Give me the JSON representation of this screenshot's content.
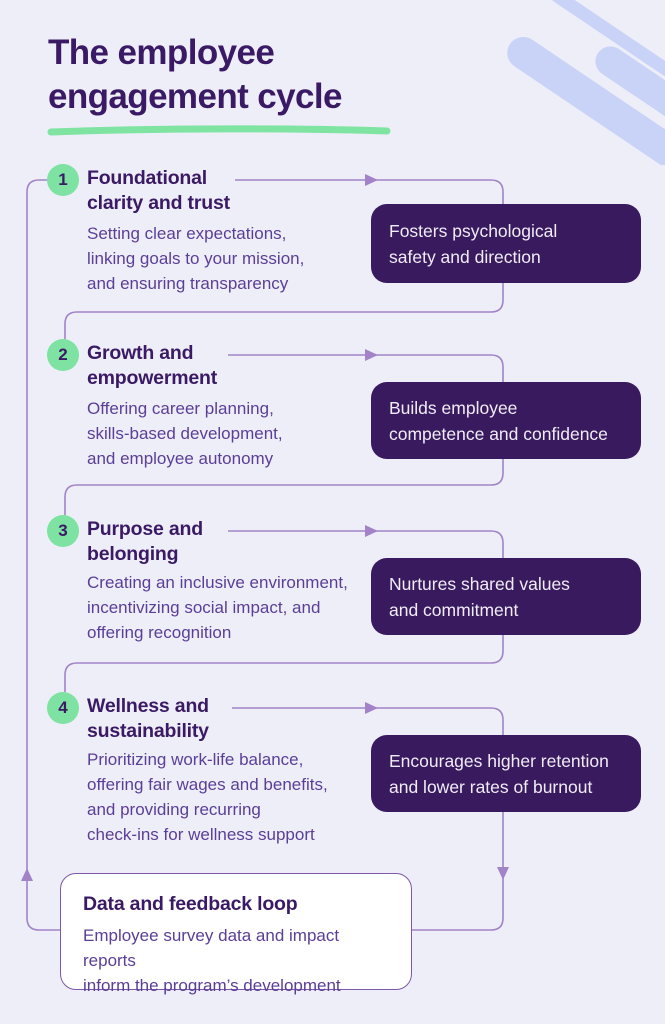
{
  "page": {
    "title_lines": [
      "The employee",
      "engagement cycle"
    ]
  },
  "colors": {
    "background": "#EEEEF9",
    "heading_purple": "#3A1A64",
    "body_purple": "#5B3E96",
    "outcome_box_bg": "#3A1A5E",
    "outcome_box_text": "#F0ECF7",
    "accent_green": "#7FE3A1",
    "badge_green": "#7EE2A2",
    "connector_purple": "#A283C8",
    "feedback_border_purple": "#7E58AC",
    "decoration_blue": "#C9D3F7"
  },
  "steps": [
    {
      "number": "1",
      "title_lines": [
        "Foundational",
        "clarity and trust"
      ],
      "description_lines": [
        "Setting clear expectations,",
        "linking goals to your mission,",
        "and ensuring transparency"
      ],
      "outcome_lines": [
        "Fosters psychological",
        "safety and direction"
      ]
    },
    {
      "number": "2",
      "title_lines": [
        "Growth and",
        "empowerment"
      ],
      "description_lines": [
        "Offering career planning,",
        "skills-based development,",
        "and employee autonomy"
      ],
      "outcome_lines": [
        "Builds employee",
        "competence and confidence"
      ]
    },
    {
      "number": "3",
      "title_lines": [
        "Purpose and",
        "belonging"
      ],
      "description_lines": [
        "Creating an inclusive environment,",
        "incentivizing social impact, and",
        "offering recognition"
      ],
      "outcome_lines": [
        "Nurtures shared values",
        "and commitment"
      ]
    },
    {
      "number": "4",
      "title_lines": [
        "Wellness and",
        "sustainability"
      ],
      "description_lines": [
        "Prioritizing work-life balance,",
        "offering fair wages and benefits,",
        "and providing recurring",
        "check-ins for wellness support"
      ],
      "outcome_lines": [
        "Encourages higher retention",
        "and lower rates of burnout"
      ]
    }
  ],
  "feedback_box": {
    "title": "Data and feedback loop",
    "description_lines": [
      "Employee survey data and impact reports",
      "inform the program’s development"
    ]
  }
}
